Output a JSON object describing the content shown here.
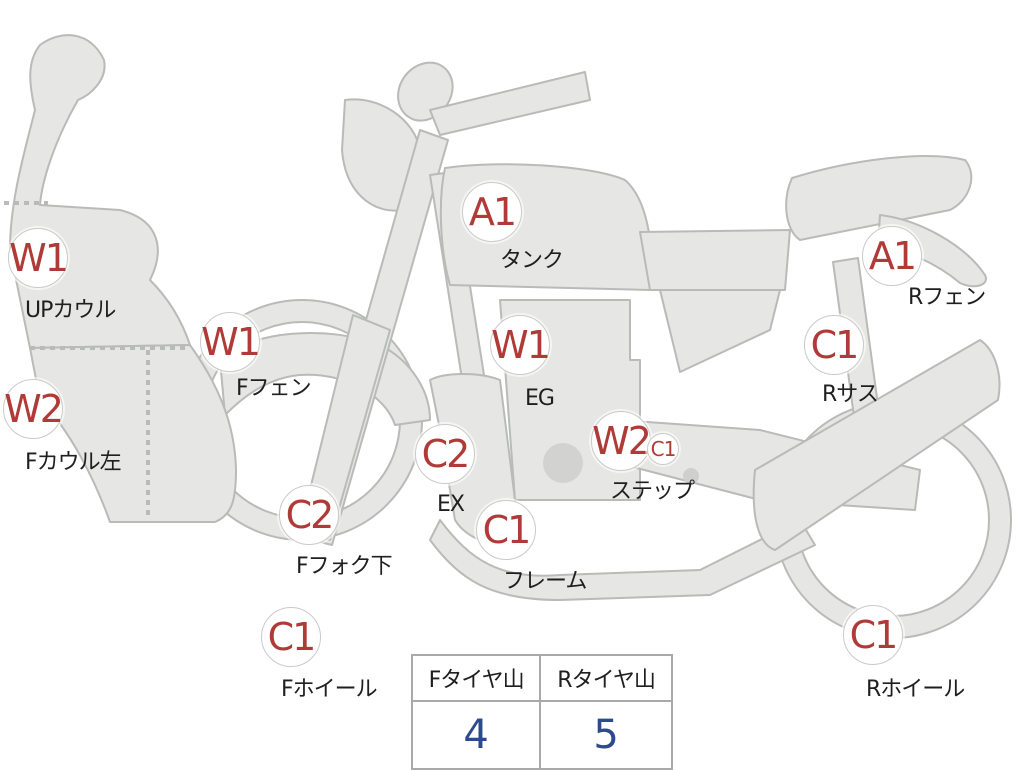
{
  "parts": [
    {
      "id": "up-cowl",
      "code": "W1",
      "label": "UPカウル"
    },
    {
      "id": "f-cowl-left",
      "code": "W2",
      "label": "Fカウル左"
    },
    {
      "id": "f-fender",
      "code": "W1",
      "label": "Fフェン"
    },
    {
      "id": "f-fork-lower",
      "code": "C2",
      "label": "Fフォク下"
    },
    {
      "id": "f-wheel",
      "code": "C1",
      "label": "Fホイール"
    },
    {
      "id": "tank",
      "code": "A1",
      "label": "タンク"
    },
    {
      "id": "engine",
      "code": "W1",
      "label": "EG"
    },
    {
      "id": "exhaust",
      "code": "C2",
      "label": "EX"
    },
    {
      "id": "frame",
      "code": "C1",
      "label": "フレーム"
    },
    {
      "id": "step",
      "code": "W2",
      "code_secondary": "C1",
      "label": "ステップ"
    },
    {
      "id": "r-fender",
      "code": "A1",
      "label": "Rフェン"
    },
    {
      "id": "r-suspension",
      "code": "C1",
      "label": "Rサス"
    },
    {
      "id": "r-wheel",
      "code": "C1",
      "label": "Rホイール"
    }
  ],
  "tread_table": {
    "headers": [
      "Fタイヤ山",
      "Rタイヤ山"
    ],
    "values": [
      "4",
      "5"
    ]
  },
  "colors": {
    "part_fill": "#e6e6e4",
    "part_stroke": "#b9bbb8",
    "code_text": "#b03a37",
    "value_text": "#2d4a8c"
  }
}
